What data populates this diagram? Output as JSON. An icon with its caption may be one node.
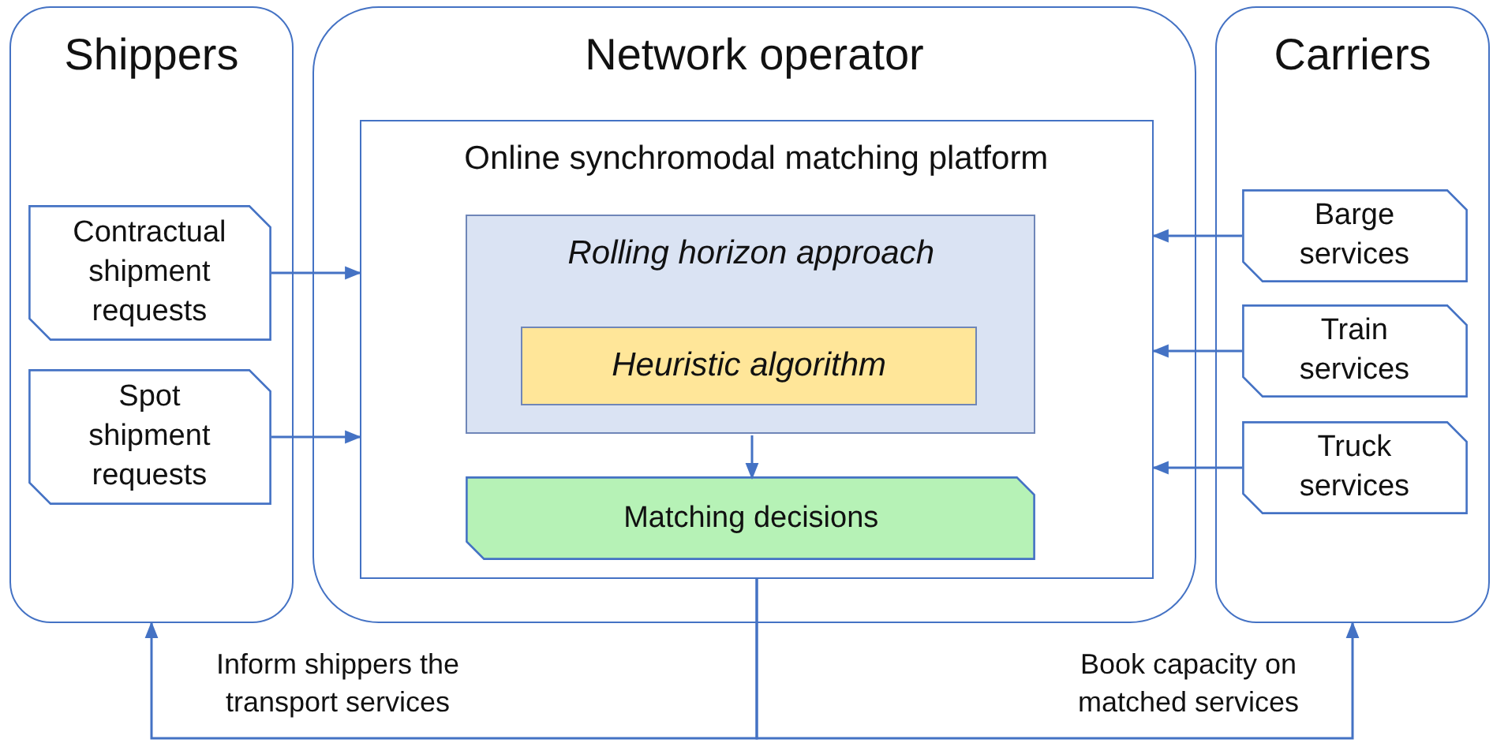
{
  "diagram": {
    "nodes": [
      {
        "text": [
          "Shippers"
        ]
      },
      {
        "text": [
          "Contractual shipment requests"
        ],
        "in": 0
      },
      {
        "text": [
          "Spot shipment requests"
        ],
        "in": 0
      },
      {
        "text": [
          "Network operator"
        ]
      },
      {
        "text": [
          "Online synchromodal matching platform"
        ],
        "in": 3
      },
      {
        "text": [
          "Rolling horizon approach"
        ],
        "in": 4
      },
      {
        "text": [
          "Heuristic algorithm"
        ],
        "in": 5
      },
      {
        "text": [
          "Matching decisions"
        ],
        "in": 4
      },
      {
        "text": [
          "Carriers"
        ]
      },
      {
        "text": [
          "Barge services"
        ],
        "in": 8
      },
      {
        "text": [
          "Train services"
        ],
        "in": 8
      },
      {
        "text": [
          "Truck services"
        ],
        "in": 8
      }
    ],
    "edges": [
      {
        "from": 1,
        "to": 4,
        "arrow": "to"
      },
      {
        "from": 2,
        "to": 4,
        "arrow": "to"
      },
      {
        "from": 9,
        "to": 4,
        "arrow": "to"
      },
      {
        "from": 10,
        "to": 4,
        "arrow": "to"
      },
      {
        "from": 11,
        "to": 4,
        "arrow": "to"
      },
      {
        "from": 5,
        "to": 7,
        "arrow": "to"
      },
      {
        "from": 4,
        "to": 0,
        "arrow": "to",
        "label": "Inform shippers the transport services"
      },
      {
        "from": 4,
        "to": 8,
        "arrow": "to",
        "label": "Book capacity on matched services"
      }
    ]
  }
}
